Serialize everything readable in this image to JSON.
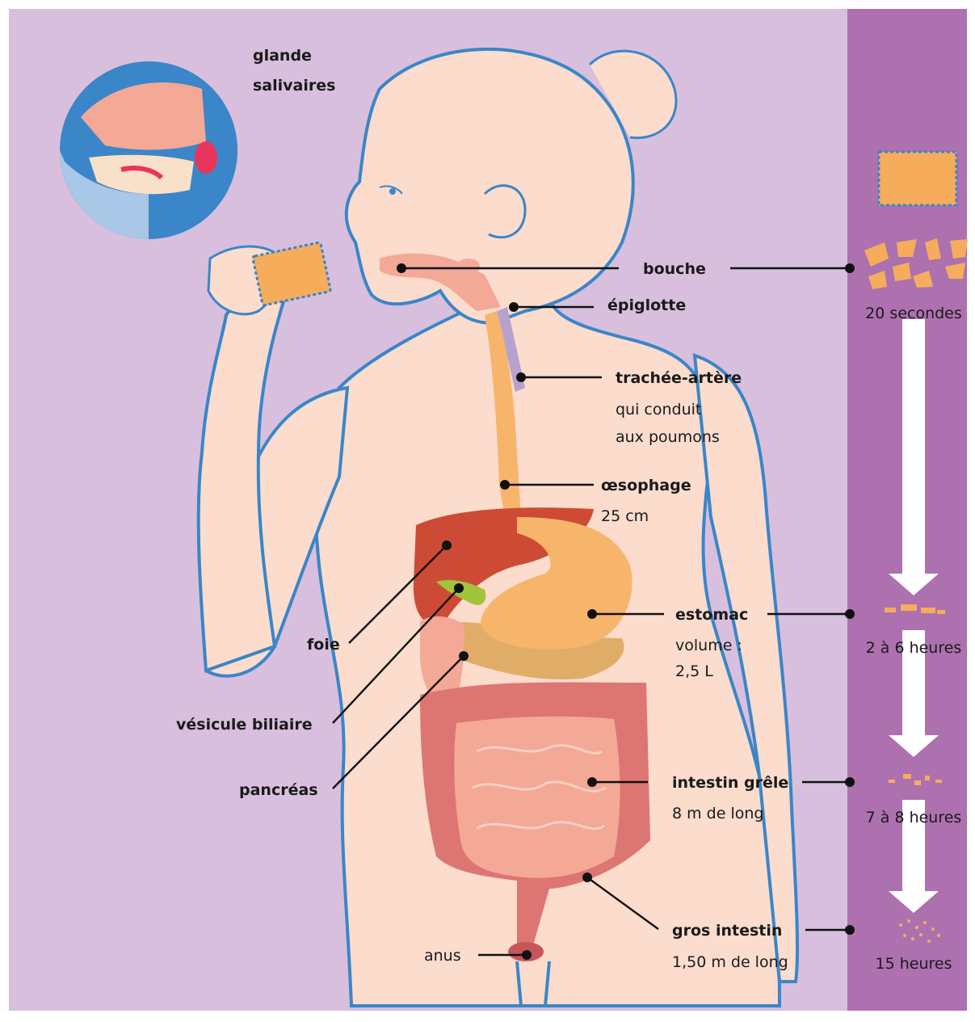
{
  "colors": {
    "background": "#d8bfdd",
    "sidebar": "#ad71b0",
    "skin": "#fbdccd",
    "outline": "#3a86c8",
    "liver": "#cd4b35",
    "stomach": "#f7b56c",
    "pancreas": "#e0ad68",
    "intestine": "#f4a896",
    "colon": "#dd7672",
    "biscuit": "#f5ad5c"
  },
  "labels": {
    "glande_line1": "glande",
    "glande_line2": "salivaires",
    "bouche": "bouche",
    "epiglotte": "épiglotte",
    "trachee": "trachée-artère",
    "trachee_sub1": "qui conduit",
    "trachee_sub2": "aux poumons",
    "oesophage": "œsophage",
    "oesophage_sub": "25 cm",
    "estomac": "estomac",
    "estomac_sub1": "volume :",
    "estomac_sub2": "2,5 L",
    "foie": "foie",
    "vesicule": "vésicule biliaire",
    "pancreas": "pancréas",
    "intestin_grele": "intestin grêle",
    "intestin_grele_sub": "8 m de long",
    "gros_intestin": "gros intestin",
    "gros_intestin_sub": "1,50 m de long",
    "anus": "anus"
  },
  "timeline": {
    "t1": "20 secondes",
    "t2": "2 à 6 heures",
    "t3": "7 à 8 heures",
    "t4": "15 heures"
  }
}
